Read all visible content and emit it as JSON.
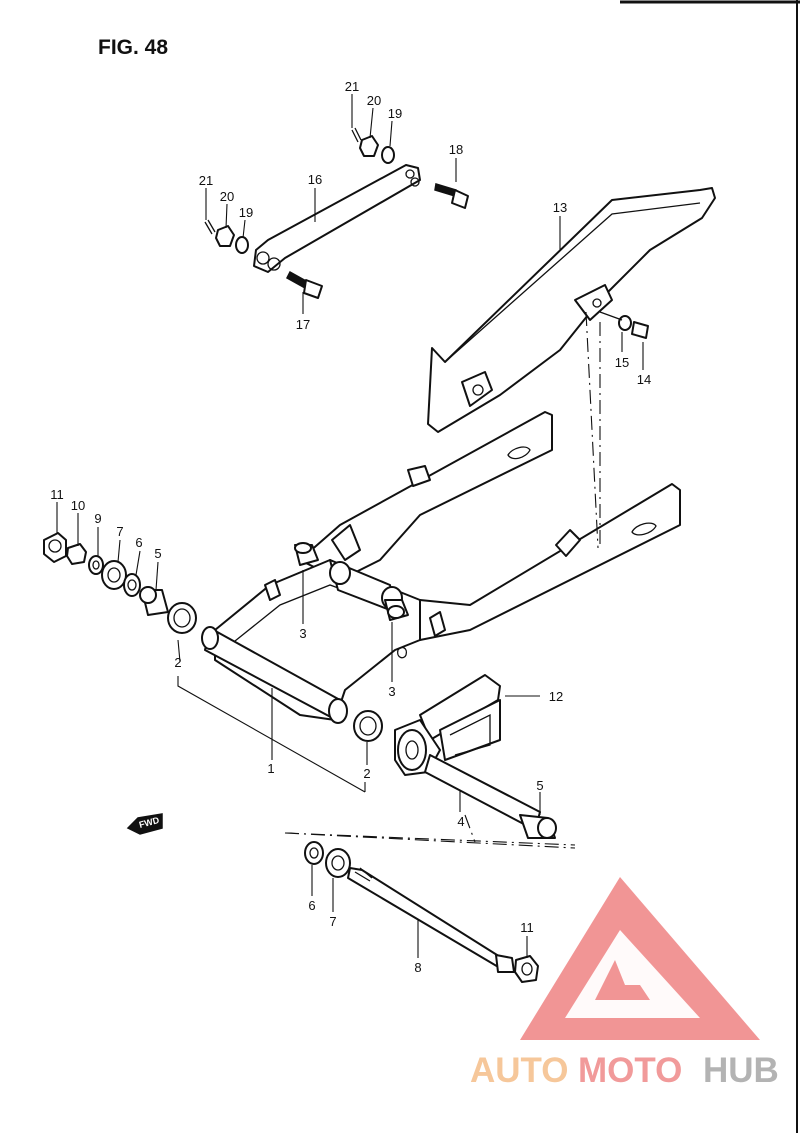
{
  "figure": {
    "title": "FIG. 48"
  },
  "fwd_label": "FWD",
  "watermark": {
    "part1": "AUTO",
    "part2": "MOTO",
    "part3": "HUB",
    "colors": {
      "auto": "#f6c79a",
      "moto": "#f19a9a",
      "hub": "#b3b3b3",
      "logo": "#f08a8a"
    }
  },
  "callouts": [
    "1",
    "2",
    "2",
    "3",
    "3",
    "4",
    "5",
    "5",
    "6",
    "6",
    "7",
    "7",
    "8",
    "9",
    "10",
    "11",
    "11",
    "12",
    "13",
    "14",
    "15",
    "16",
    "17",
    "18",
    "19",
    "19",
    "20",
    "20",
    "21",
    "21"
  ]
}
